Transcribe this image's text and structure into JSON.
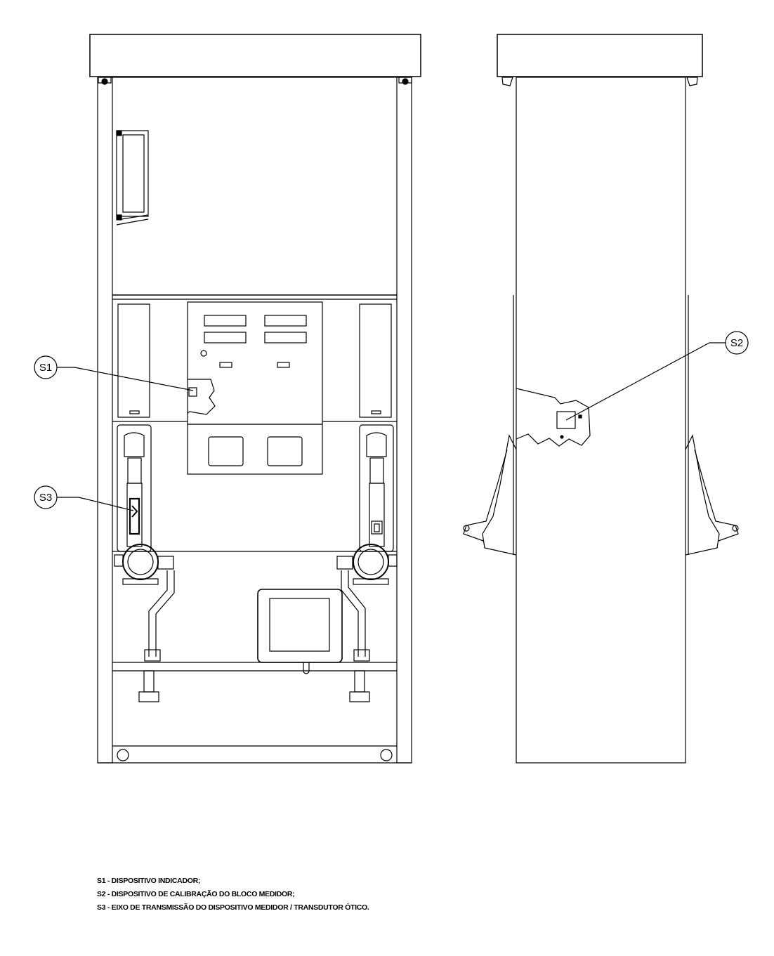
{
  "callouts": {
    "s1": "S1",
    "s2": "S2",
    "s3": "S3"
  },
  "legend": {
    "items": [
      "S1 - DISPOSITIVO INDICADOR;",
      "S2 - DISPOSITIVO DE CALIBRAÇÃO DO BLOCO MEDIDOR;",
      "S3 - EIXO DE TRANSMISSÃO DO DISPOSITIVO MEDIDOR / TRANSDUTOR ÓTICO."
    ]
  },
  "colors": {
    "line": "#000000",
    "background": "#ffffff"
  }
}
